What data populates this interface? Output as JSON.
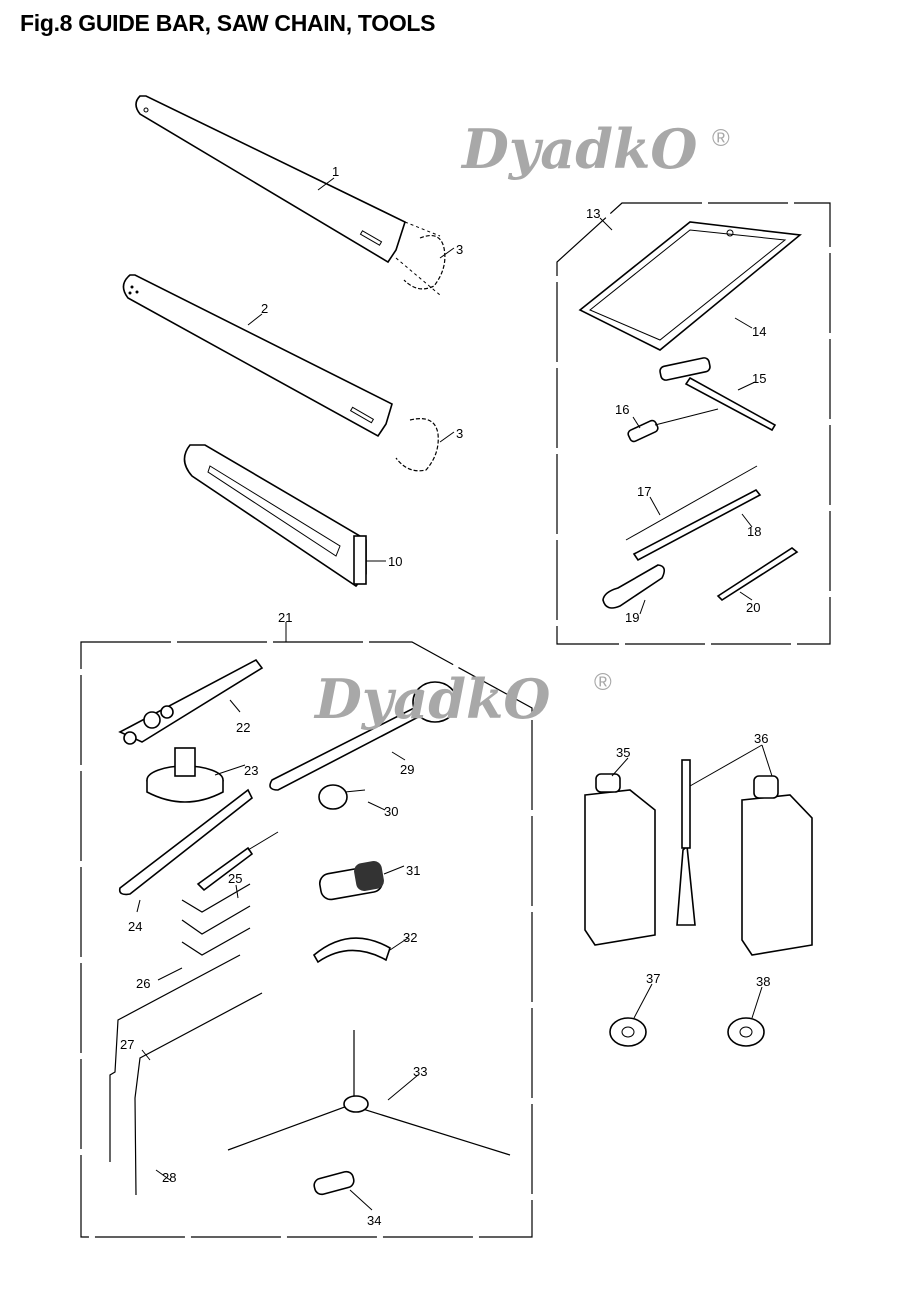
{
  "title": "Fig.8 GUIDE BAR, SAW CHAIN, TOOLS",
  "watermark": {
    "text": "DyadkO",
    "mark": "®"
  },
  "callouts": {
    "p1": "1",
    "p2": "2",
    "p3a": "3",
    "p3b": "3",
    "p10": "10",
    "p13": "13",
    "p14": "14",
    "p15": "15",
    "p16": "16",
    "p17": "17",
    "p18": "18",
    "p19": "19",
    "p20": "20",
    "p21": "21",
    "p22": "22",
    "p23": "23",
    "p24": "24",
    "p25": "25",
    "p26": "26",
    "p27": "27",
    "p28": "28",
    "p29": "29",
    "p30": "30",
    "p31": "31",
    "p32": "32",
    "p33": "33",
    "p34": "34",
    "p35": "35",
    "p36": "36",
    "p37": "37",
    "p38": "38"
  }
}
